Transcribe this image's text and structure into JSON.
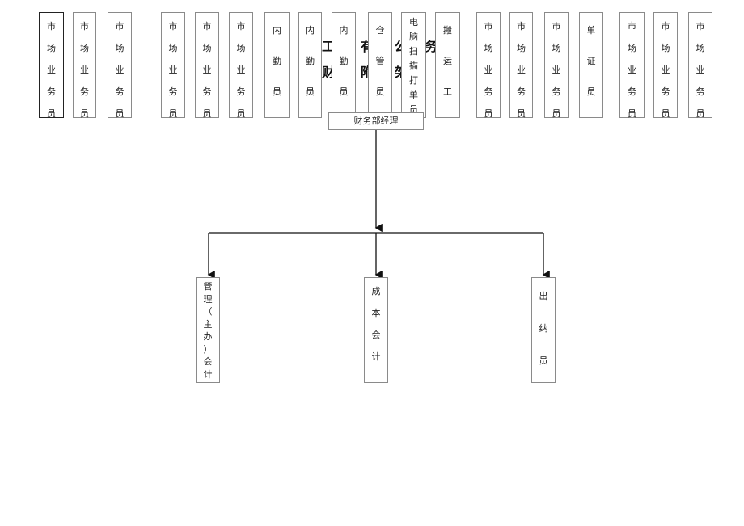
{
  "title_fragments": [
    "工",
    "有",
    "公",
    "务",
    "财",
    "附",
    "架"
  ],
  "top_row": [
    {
      "chars": [
        "市",
        "场",
        "业",
        "务",
        "员"
      ],
      "dark": true
    },
    {
      "chars": [
        "市",
        "场",
        "业",
        "务",
        "员"
      ]
    },
    {
      "chars": [
        "市",
        "场",
        "业",
        "务",
        "员"
      ]
    },
    {
      "chars": [
        "市",
        "场",
        "业",
        "务",
        "员"
      ]
    },
    {
      "chars": [
        "市",
        "场",
        "业",
        "务",
        "员"
      ]
    },
    {
      "chars": [
        "市",
        "场",
        "业",
        "务",
        "员"
      ]
    },
    {
      "chars": [
        "内",
        "勤",
        "员"
      ]
    },
    {
      "chars": [
        "内",
        "勤",
        "员"
      ]
    },
    {
      "chars": [
        "内",
        "勤",
        "员"
      ]
    },
    {
      "chars": [
        "仓",
        "管",
        "员"
      ]
    },
    {
      "chars": [
        "电",
        "脑",
        "扫",
        "描",
        "打",
        "单",
        "员"
      ]
    },
    {
      "chars": [
        "搬",
        "运",
        "工"
      ]
    },
    {
      "chars": [
        "市",
        "场",
        "业",
        "务",
        "员"
      ]
    },
    {
      "chars": [
        "市",
        "场",
        "业",
        "务",
        "员"
      ]
    },
    {
      "chars": [
        "市",
        "场",
        "业",
        "务",
        "员"
      ]
    },
    {
      "chars": [
        "单",
        "证",
        "员"
      ]
    },
    {
      "chars": [
        "市",
        "场",
        "业",
        "务",
        "员"
      ]
    },
    {
      "chars": [
        "市",
        "场",
        "业",
        "务",
        "员"
      ]
    },
    {
      "chars": [
        "市",
        "场",
        "业",
        "务",
        "员"
      ]
    }
  ],
  "manager": "财务部经理",
  "bottom_row": [
    {
      "chars": [
        "管",
        "理",
        "（",
        "主",
        "办",
        "）",
        "会",
        "计"
      ]
    },
    {
      "chars": [
        "成",
        "本",
        "会",
        "计"
      ]
    },
    {
      "chars": [
        "出",
        "纳",
        "员"
      ]
    }
  ]
}
